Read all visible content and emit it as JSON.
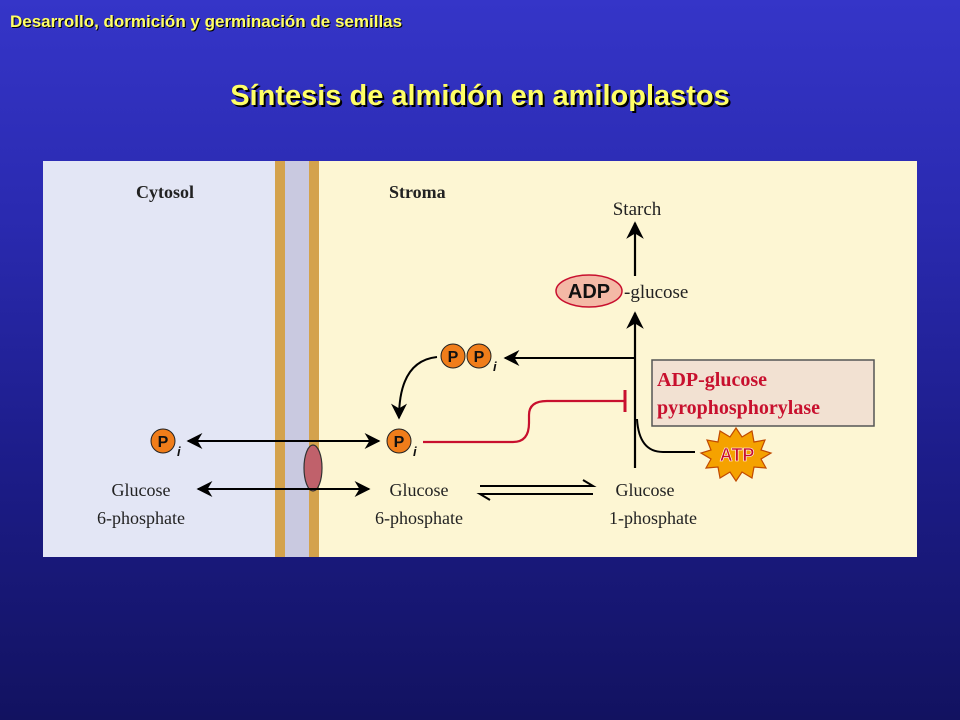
{
  "header": {
    "text": "Desarrollo, dormición y germinación de semillas"
  },
  "title": "Síntesis de almidón en amiloplastos",
  "diagram": {
    "cytosol_label": "Cytosol",
    "stroma_label": "Stroma",
    "starch": "Starch",
    "adp": "ADP",
    "adp_glucose_suffix": "-glucose",
    "p_letter": "P",
    "i_sub": "i",
    "enzyme_line1": "ADP-glucose",
    "enzyme_line2": "pyrophosphorylase",
    "atp": "ATP",
    "glc_cyt_line1": "Glucose",
    "glc_cyt_line2": "6-phosphate",
    "glc_str_line1": "Glucose",
    "glc_str_line2": "6-phosphate",
    "glc1p_line1": "Glucose",
    "glc1p_line2": "1-phosphate",
    "colors": {
      "cytosol_bg": "#e3e6f5",
      "stroma_bg": "#fdf6d3",
      "membrane": "#d4a24c",
      "intermembrane": "#c9c9e0",
      "phosphate": "#f07d1a",
      "inhibition": "#c8102e",
      "enzyme_text": "#c8102e",
      "atp_star": "#f5a200",
      "adp_oval": "#f4b9a6"
    }
  }
}
